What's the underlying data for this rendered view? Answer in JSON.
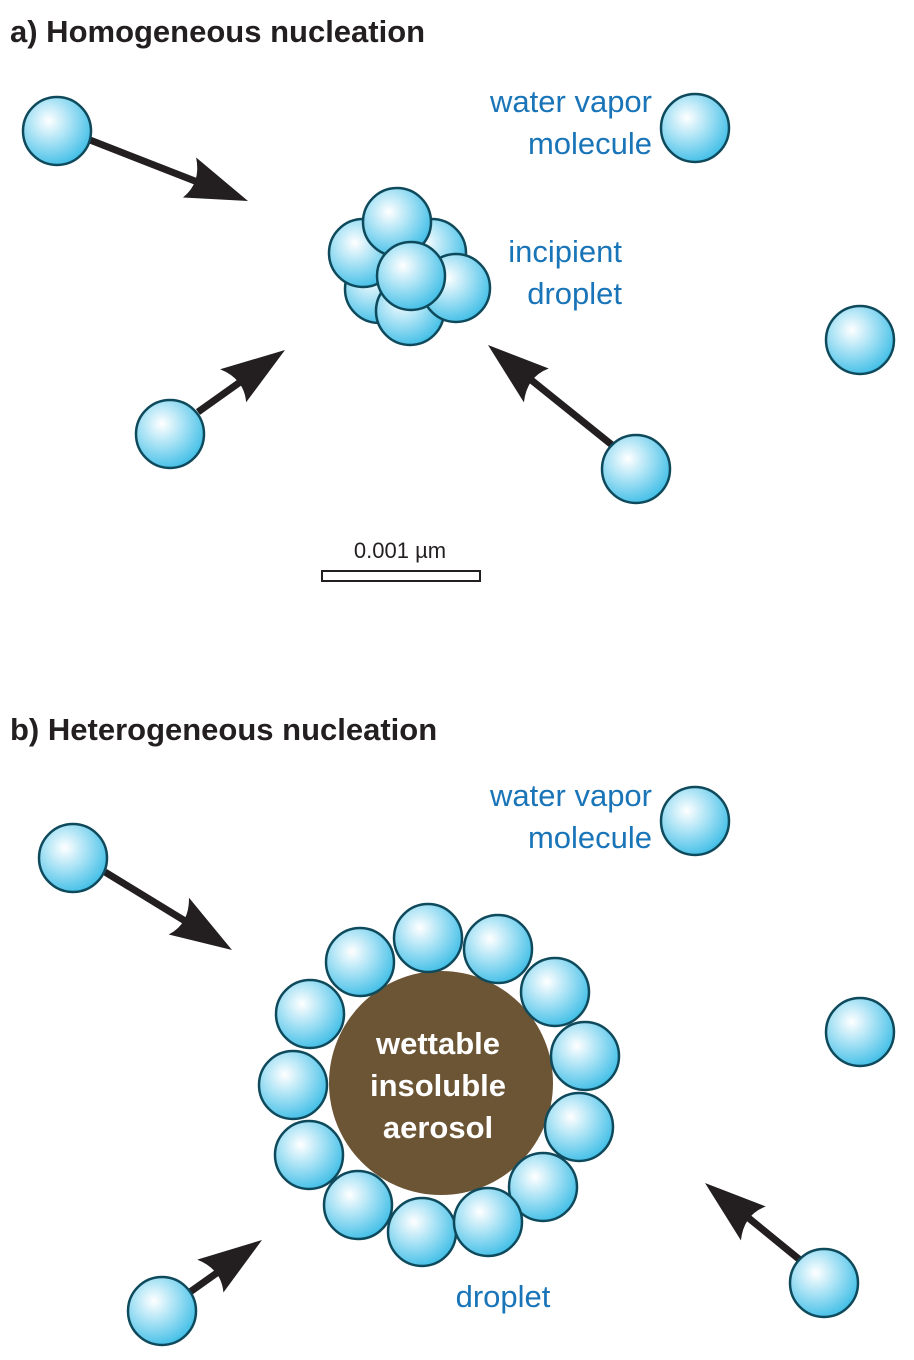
{
  "panel_a": {
    "title": "a) Homogeneous nucleation",
    "vapor_label": [
      "water vapor",
      "molecule"
    ],
    "droplet_label": [
      "incipient",
      "droplet"
    ],
    "scale_bar": "0.001 µm"
  },
  "panel_b": {
    "title": "b) Heterogeneous nucleation",
    "vapor_label": [
      "water vapor",
      "molecule"
    ],
    "aerosol_label": [
      "wettable",
      "insoluble",
      "aerosol"
    ],
    "droplet_label": "droplet"
  },
  "colors": {
    "molecule": "#4cc3ea",
    "aerosol": "#6b5535",
    "label": "#1a75b8",
    "arrow": "#231f20"
  }
}
